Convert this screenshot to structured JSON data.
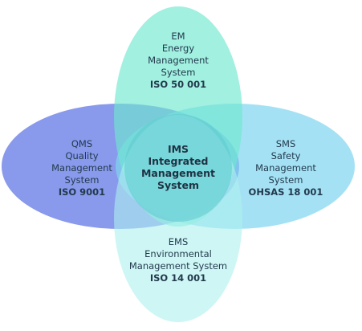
{
  "diagram": {
    "em": {
      "abbr": "EM",
      "line1": "Energy",
      "line2": "Management",
      "line3": "System",
      "standard": "ISO 50 001",
      "color": "#6fe8cf"
    },
    "qms": {
      "abbr": "QMS",
      "line1": "Quality",
      "line2": "Management",
      "line3": "System",
      "standard": "ISO 9001",
      "color": "#6b7fe6"
    },
    "sms": {
      "abbr": "SMS",
      "line1": "Safety",
      "line2": "Management",
      "line3": "System",
      "standard": "OHSAS 18 001",
      "color": "#7fd4ef"
    },
    "ems": {
      "abbr": "EMS",
      "line1": "Environmental",
      "line2": "Management System",
      "standard": "ISO 14 001",
      "color": "#aef0ee"
    },
    "ims": {
      "line1": "IMS",
      "line2": "Integrated",
      "line3": "Management",
      "line4": "System",
      "color": "#5ec9cf"
    }
  }
}
